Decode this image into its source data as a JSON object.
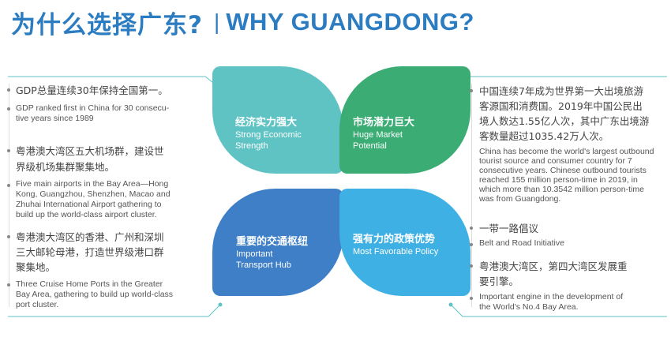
{
  "title": {
    "cn": "为什么选择广东?",
    "separator": "|",
    "en": "WHY GUANGDONG?"
  },
  "petals": {
    "top_left": {
      "cn": "经济实力强大",
      "en_line1": "Strong Economic",
      "en_line2": "Strength"
    },
    "top_right": {
      "cn": "市场潜力巨大",
      "en_line1": "Huge Market",
      "en_line2": "Potential"
    },
    "bottom_left": {
      "cn": "重要的交通枢纽",
      "en_line1": "Important",
      "en_line2": "Transport Hub"
    },
    "bottom_right": {
      "cn": "强有力的政策优势",
      "en_line1": "Most Favorable Policy"
    }
  },
  "left_column": {
    "item1": {
      "cn": "GDP总量连续30年保持全国第一。",
      "en_lines": [
        "GDP ranked first in China for 30 consecu-",
        "tive years since 1989"
      ]
    },
    "item2": {
      "cn_lines": [
        "粤港澳大湾区五大机场群，建设世",
        "界级机场集群聚集地。"
      ],
      "en_lines": [
        "Five main airports in the Bay Area—Hong",
        "Kong, Guangzhou, Shenzhen, Macao and",
        "Zhuhai International Airport gathering to",
        "build up the world-class airport cluster."
      ]
    },
    "item3": {
      "cn_lines": [
        "粤港澳大湾区的香港、广州和深圳",
        "三大邮轮母港，打造世界级港口群",
        "聚集地。"
      ],
      "en_lines": [
        "Three Cruise Home Ports in the Greater",
        "Bay Area, gathering to build up world-class",
        "port cluster."
      ]
    }
  },
  "right_column": {
    "item1": {
      "cn_lines": [
        "中国连续7年成为世界第一大出境旅游",
        "客源国和消费国。2019年中国公民出",
        "境人数达1.55亿人次，其中广东出境游",
        "客数量超过1035.42万人次。"
      ],
      "en_lines": [
        "China has become the world's largest outbound",
        "tourist source and consumer country for 7",
        "consecutive years. Chinese outbound tourists",
        "reached 155 million person-time in 2019, in",
        "which more than 10.3542 million person-time",
        "was from Guangdong."
      ]
    },
    "item2": {
      "cn": "一带一路倡议",
      "en": "Belt and Road Initiative"
    },
    "item3": {
      "cn_lines": [
        "粤港澳大湾区，第四大湾区发展重",
        "要引擎。"
      ],
      "en_lines": [
        "Important engine in the development of",
        "the World's No.4 Bay Area."
      ]
    }
  },
  "colors": {
    "title_blue": "#2c7cc1",
    "petal_teal": "#5fc3c4",
    "petal_green": "#3aac74",
    "petal_blue": "#3e7fc7",
    "petal_sky": "#3fb0e4",
    "leader_line": "#5fc3c4"
  }
}
